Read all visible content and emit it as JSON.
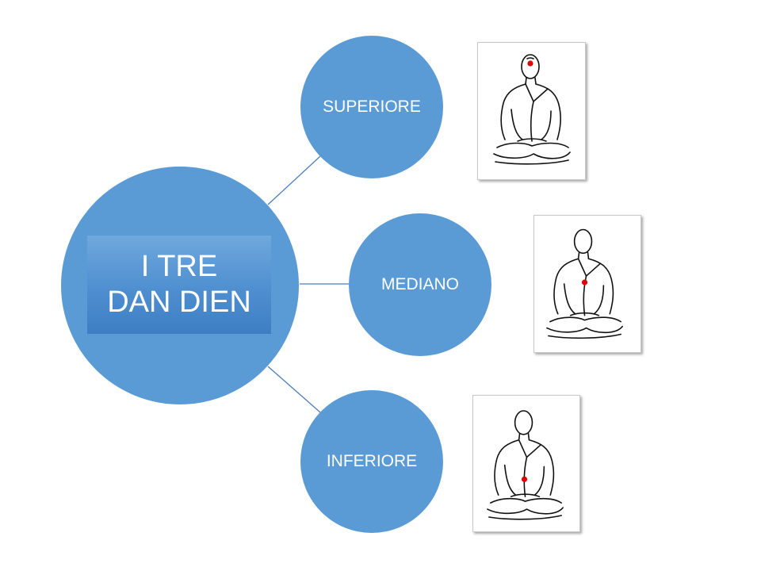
{
  "title": {
    "line1": "I TRE",
    "line2": "DAN DIEN"
  },
  "nodes": [
    {
      "label": "SUPERIORE",
      "point": "head"
    },
    {
      "label": "MEDIANO",
      "point": "chest"
    },
    {
      "label": "INFERIORE",
      "point": "abdomen"
    }
  ],
  "colors": {
    "circle": "#5b9bd5",
    "connector": "#4a7ebb",
    "marker": "#e00000"
  }
}
